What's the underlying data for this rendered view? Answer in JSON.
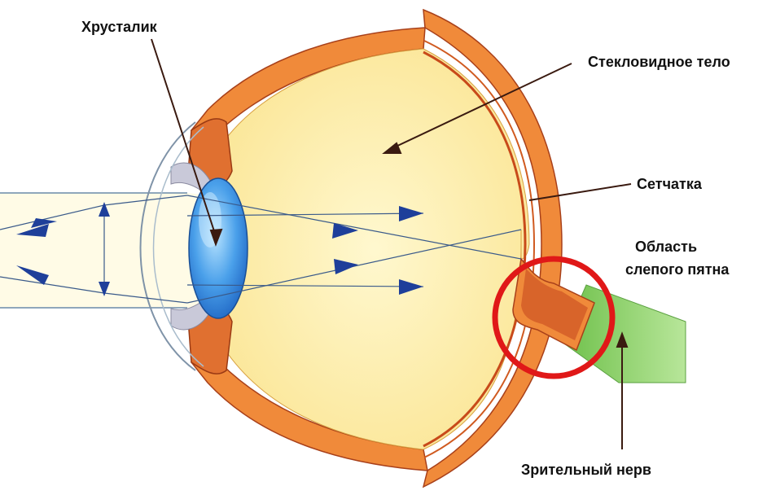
{
  "labels": {
    "lens": "Хрусталик",
    "vitreous_body": "Стекловидное тело",
    "retina": "Сетчатка",
    "blind_spot_line1": "Область",
    "blind_spot_line2": "слепого пятна",
    "optic_nerve": "Зрительный нерв"
  },
  "colors": {
    "sclera_outer": "#f08a3a",
    "sclera_inner": "#c84a1a",
    "vitreous": "#fff2b0",
    "lens": "#3a8ee0",
    "cornea_line": "#8aa2b8",
    "light_beam": "#fffbe0",
    "ray": "#2b4f8a",
    "arrowhead": "#1e3f9a",
    "nerve": "#8fd070",
    "highlight_circle": "#e01818",
    "pointer_line": "#3a1a10"
  }
}
